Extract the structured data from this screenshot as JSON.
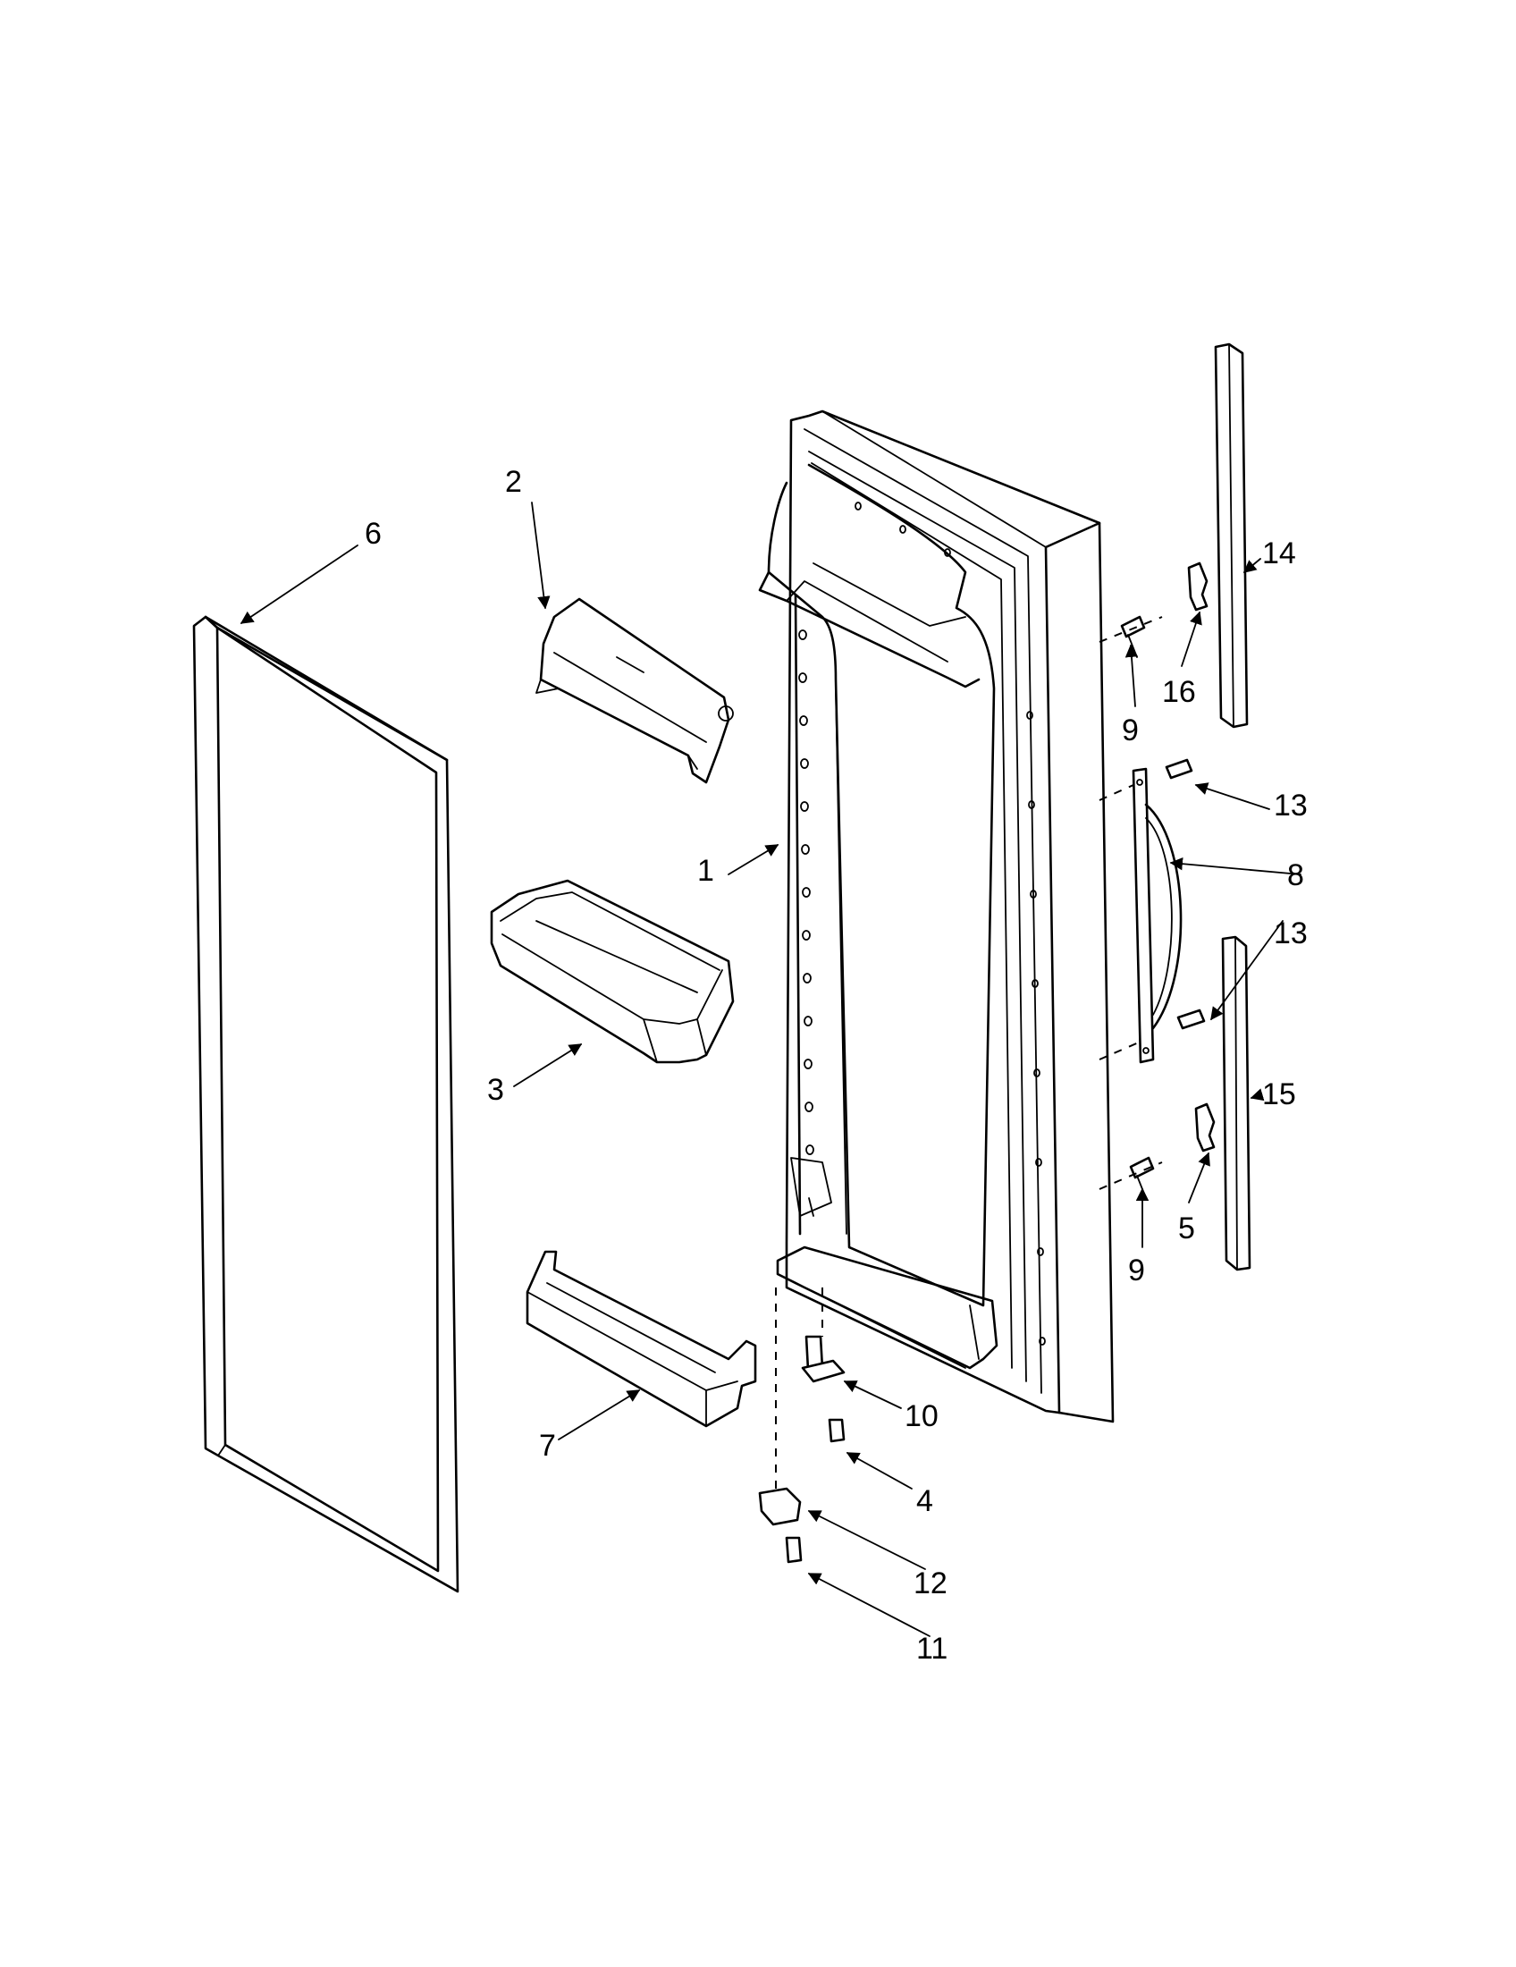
{
  "diagram": {
    "callouts": [
      "1",
      "2",
      "3",
      "4",
      "5",
      "6",
      "7",
      "8",
      "9",
      "9",
      "10",
      "11",
      "12",
      "13",
      "13",
      "14",
      "15",
      "16"
    ]
  }
}
